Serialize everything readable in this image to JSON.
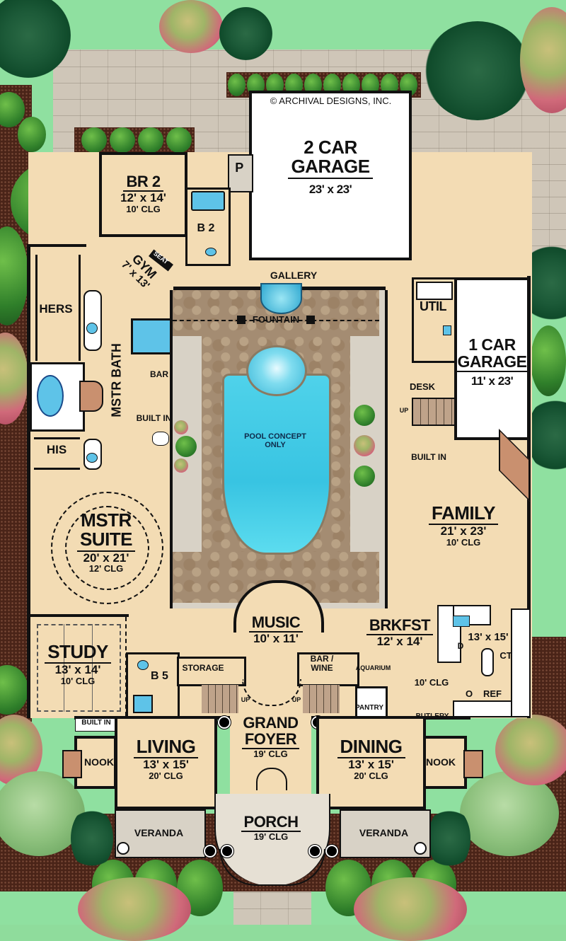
{
  "plan": {
    "copyright": "© ARCHIVAL DESIGNS, INC.",
    "colors": {
      "floor": "#f3dcb4",
      "wall": "#111111",
      "garage": "#ffffff",
      "lawn": "#8fe0a0",
      "paver": "#cfc6b8",
      "pool": "#38c4e2",
      "stone_deck": "#a48c72",
      "mulch": "#4a2418"
    }
  },
  "rooms": {
    "garage2": {
      "name": "2 CAR\nGARAGE",
      "line1": "2 CAR",
      "line2": "GARAGE",
      "size": "23' x 23'"
    },
    "br2": {
      "name": "BR 2",
      "size": "12' x 14'",
      "ceiling": "10' CLG"
    },
    "b2": {
      "name": "B 2"
    },
    "pantry_p": {
      "name": "P"
    },
    "gym": {
      "name": "GYM",
      "size": "7' x 13'"
    },
    "seat": {
      "name": "SEAT"
    },
    "gallery": {
      "name": "GALLERY"
    },
    "hers": {
      "name": "HERS"
    },
    "his": {
      "name": "HIS"
    },
    "mstr_bath": {
      "name": "MSTR BATH"
    },
    "bar_bath": {
      "name": "BAR"
    },
    "built_in_bath": {
      "name": "BUILT IN"
    },
    "fountain": {
      "name": "FOUNTAIN"
    },
    "pool": {
      "line1": "POOL CONCEPT",
      "line2": "ONLY"
    },
    "util": {
      "name": "UTIL"
    },
    "garage1": {
      "line1": "1 CAR",
      "line2": "GARAGE",
      "size": "11' x 23'"
    },
    "desk": {
      "name": "DESK"
    },
    "stair_up_desk": {
      "name": "UP"
    },
    "built_in_family": {
      "name": "BUILT IN"
    },
    "family": {
      "name": "FAMILY",
      "size": "21' x 23'",
      "ceiling": "10' CLG"
    },
    "mstr_suite": {
      "line1": "MSTR",
      "line2": "SUITE",
      "size": "20' x 21'",
      "ceiling": "12' CLG"
    },
    "music": {
      "name": "MUSIC",
      "size": "10' x 11'"
    },
    "brkfst": {
      "name": "BRKFST",
      "size": "12' x 14'"
    },
    "kitchen": {
      "size": "13' x 15'",
      "ceiling": "10' CLG",
      "d": "D",
      "ct": "CT",
      "o": "O",
      "ref": "REF"
    },
    "study": {
      "name": "STUDY",
      "size": "13' x 14'",
      "ceiling": "10' CLG"
    },
    "b5": {
      "name": "B 5"
    },
    "storage": {
      "name": "STORAGE"
    },
    "bar_wine": {
      "line1": "BAR /",
      "line2": "WINE"
    },
    "aquarium": {
      "name": "AQUARIUM"
    },
    "pantry": {
      "name": "PANTRY"
    },
    "butlery": {
      "name": "BUTLERY"
    },
    "stair_up_left": {
      "name": "UP"
    },
    "stair_up_right": {
      "name": "UP"
    },
    "built_in_living": {
      "name": "BUILT IN"
    },
    "grand_foyer": {
      "line1": "GRAND",
      "line2": "FOYER",
      "ceiling": "19' CLG"
    },
    "living": {
      "name": "LIVING",
      "size": "13' x 15'",
      "ceiling": "20' CLG"
    },
    "dining": {
      "name": "DINING",
      "size": "13' x 15'",
      "ceiling": "20' CLG"
    },
    "nook_left": {
      "name": "NOOK"
    },
    "nook_right": {
      "name": "NOOK"
    },
    "porch": {
      "name": "PORCH",
      "ceiling": "19' CLG"
    },
    "veranda_left": {
      "name": "VERANDA"
    },
    "veranda_right": {
      "name": "VERANDA"
    }
  }
}
